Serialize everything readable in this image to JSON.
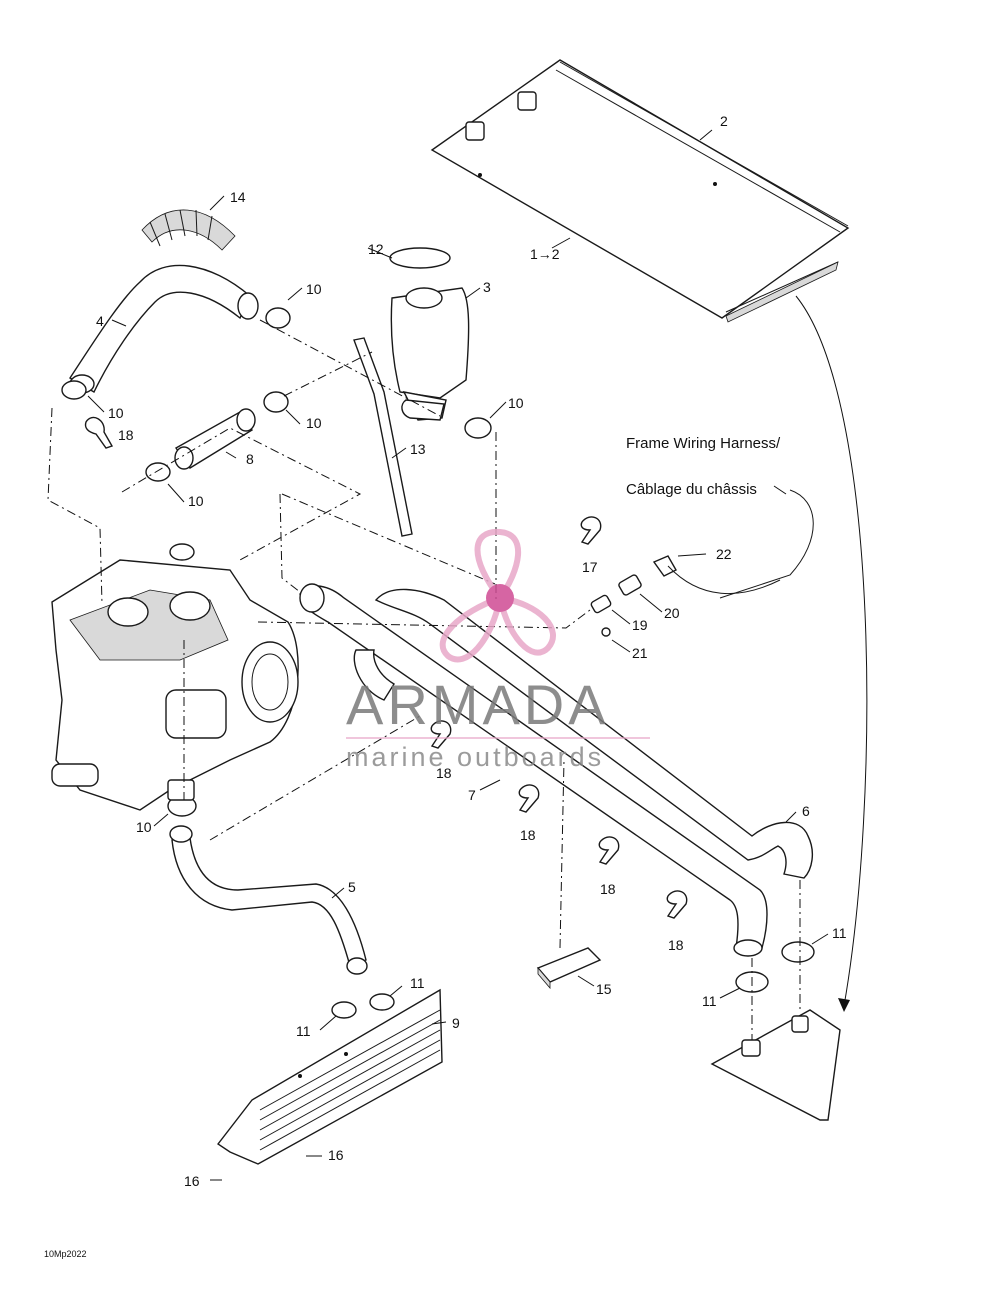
{
  "callouts": {
    "n1to2": "1→2",
    "n2": "2",
    "n3": "3",
    "n4": "4",
    "n5": "5",
    "n6": "6",
    "n7": "7",
    "n8": "8",
    "n9": "9",
    "n10": "10",
    "n11": "11",
    "n12": "12",
    "n13": "13",
    "n14": "14",
    "n15": "15",
    "n16": "16",
    "n17": "17",
    "n18": "18",
    "n19": "19",
    "n20": "20",
    "n21": "21",
    "n22": "22"
  },
  "harness_label": {
    "line1": "Frame Wiring Harness/",
    "line2": "Câblage du châssis"
  },
  "watermark": {
    "title": "ARMADA",
    "subtitle": "marine outboards",
    "logo_color": "#e8a7c8",
    "logo_core_color": "#d04b94"
  },
  "diagram_code": "10Mp2022"
}
